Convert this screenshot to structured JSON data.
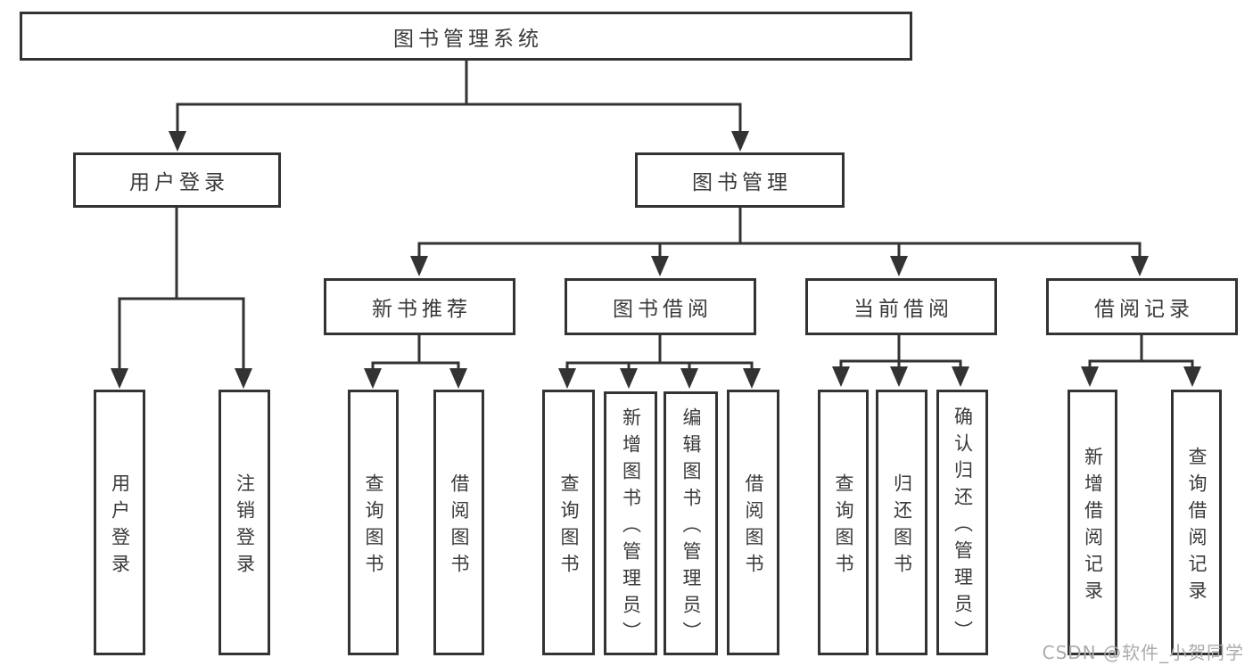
{
  "diagram": {
    "title_node": "图书管理系统",
    "nodes": {
      "root": {
        "label": "图书管理系统"
      },
      "user_login": {
        "label": "用户登录"
      },
      "book_mgmt": {
        "label": "图书管理"
      },
      "new_book_rec": {
        "label": "新书推荐"
      },
      "book_borrow": {
        "label": "图书借阅"
      },
      "current_borrow": {
        "label": "当前借阅"
      },
      "borrow_records": {
        "label": "借阅记录"
      },
      "leaf_user_login": {
        "label": "用户登录"
      },
      "leaf_logout": {
        "label": "注销登录"
      },
      "leaf_rec_search_book": {
        "label": "查询图书"
      },
      "leaf_rec_borrow_book": {
        "label": "借阅图书"
      },
      "leaf_bb_search_book": {
        "label": "查询图书"
      },
      "leaf_bb_add_book": {
        "label": "新增图书（管理员）"
      },
      "leaf_bb_edit_book": {
        "label": "编辑图书（管理员）"
      },
      "leaf_bb_borrow_book": {
        "label": "借阅图书"
      },
      "leaf_cb_search_book": {
        "label": "查询图书"
      },
      "leaf_cb_return_book": {
        "label": "归还图书"
      },
      "leaf_cb_confirm_return": {
        "label": "确认归还（管理员）"
      },
      "leaf_br_add_record": {
        "label": "新增借阅记录"
      },
      "leaf_br_search_record": {
        "label": "查询借阅记录"
      }
    },
    "edges": [
      "图书管理系统→用户登录",
      "图书管理系统→图书管理",
      "用户登录→用户登录",
      "用户登录→注销登录",
      "图书管理→新书推荐",
      "图书管理→图书借阅",
      "图书管理→当前借阅",
      "图书管理→借阅记录",
      "新书推荐→查询图书",
      "新书推荐→借阅图书",
      "图书借阅→查询图书",
      "图书借阅→新增图书（管理员）",
      "图书借阅→编辑图书（管理员）",
      "图书借阅→借阅图书",
      "当前借阅→查询图书",
      "当前借阅→归还图书",
      "当前借阅→确认归还（管理员）",
      "借阅记录→新增借阅记录",
      "借阅记录→查询借阅记录"
    ]
  },
  "colors": {
    "line": "#333333",
    "box_border": "#333333",
    "text": "#3a3a3a",
    "watermark": "#ababab",
    "background": "#ffffff"
  },
  "watermark": {
    "text": "CSDN @软件_小贺同学"
  }
}
